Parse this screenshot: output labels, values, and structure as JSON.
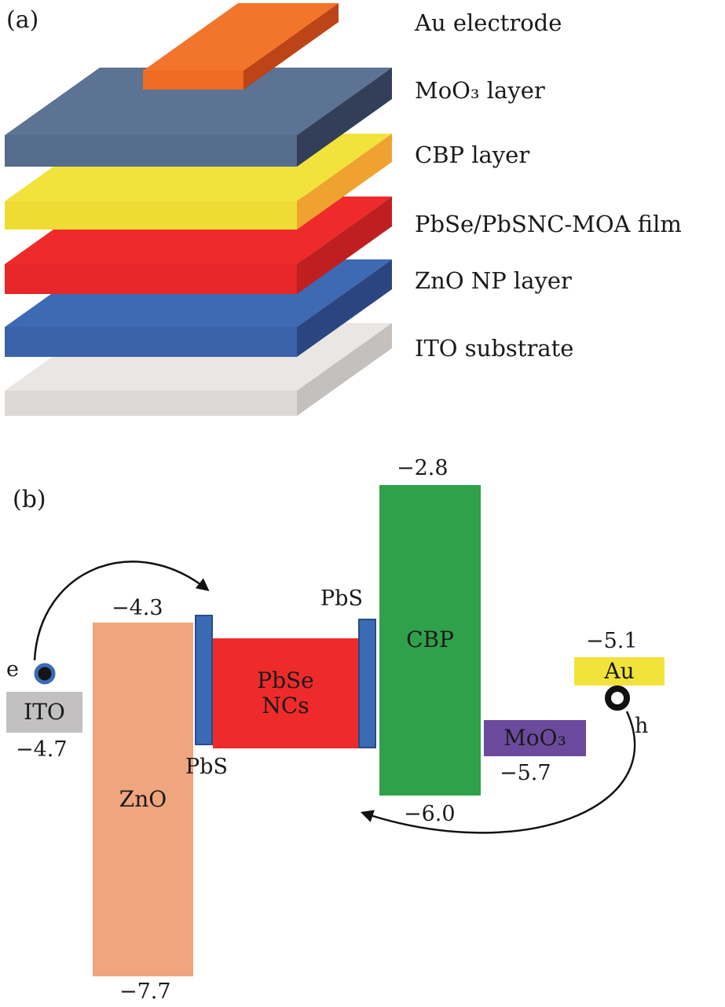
{
  "panel_a": {
    "label": "(a)",
    "layers": [
      {
        "name": "au-electrode",
        "label": "Au electrode",
        "color": "#f2752b"
      },
      {
        "name": "moo3-layer",
        "label": "MoO₃ layer",
        "color": "#5d7394"
      },
      {
        "name": "cbp-layer",
        "label": "CBP layer",
        "color": "#f2e33c"
      },
      {
        "name": "pbse-film",
        "label": "PbSe/PbSNC-MOA film",
        "color": "#ee2b2a"
      },
      {
        "name": "zno-np-layer",
        "label": "ZnO NP layer",
        "color": "#3c68b2"
      },
      {
        "name": "ito-substrate",
        "label": "ITO substrate",
        "color": "#e7e4e1"
      }
    ]
  },
  "panel_b": {
    "label": "(b)",
    "bands": {
      "ito": {
        "label": "ITO",
        "level_bottom": "−4.7",
        "color": "#c2c0c0"
      },
      "zno": {
        "label": "ZnO",
        "level_top": "−4.3",
        "level_bottom": "−7.7",
        "color": "#efa57e"
      },
      "pbs_left": {
        "label": "PbS",
        "color": "#3b6ab5"
      },
      "pbse": {
        "label_line1": "PbSe",
        "label_line2": "NCs",
        "color": "#ee2b2a"
      },
      "pbs_right": {
        "label": "PbS",
        "color": "#3b6ab5"
      },
      "cbp": {
        "label": "CBP",
        "level_top": "−2.8",
        "level_bottom": "−6.0",
        "color": "#2fa14b"
      },
      "moo3": {
        "label": "MoO₃",
        "level_bottom": "−5.7",
        "color": "#6b4a9e"
      },
      "au": {
        "label": "Au",
        "level_top": "−5.1",
        "color": "#f2e33b"
      }
    },
    "carriers": {
      "electron": "e",
      "hole": "h"
    }
  }
}
